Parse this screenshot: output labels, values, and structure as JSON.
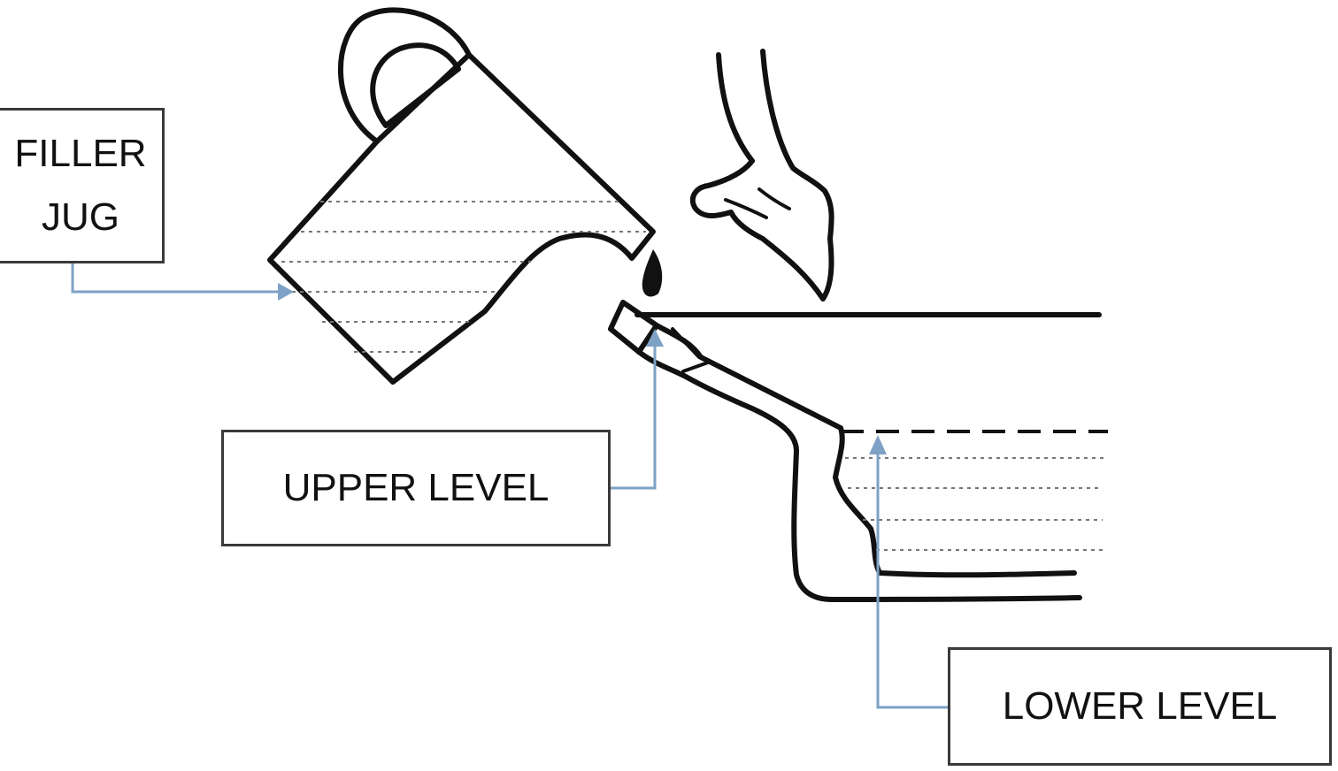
{
  "labels": {
    "filler_jug_line1": "FILLER",
    "filler_jug_line2": "JUG",
    "upper_level": "UPPER LEVEL",
    "lower_level": "LOWER LEVEL"
  },
  "colors": {
    "outline": "#111111",
    "pointer": "#7ea1c6",
    "liquid_lines": "#777777"
  }
}
